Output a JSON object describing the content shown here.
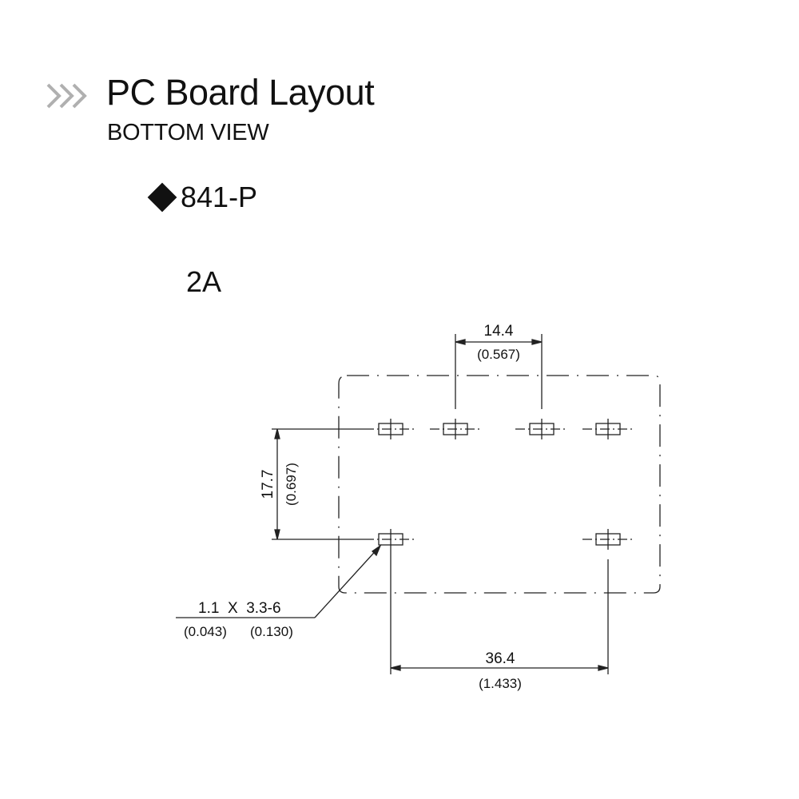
{
  "header": {
    "title": "PC Board Layout",
    "subtitle": "BOTTOM VIEW",
    "title_icon": "triple-chevron-right-icon",
    "title_icon_color": "#b0b0b0"
  },
  "model": {
    "icon": "diamond-icon",
    "name": "841-P",
    "variant": "2A"
  },
  "diagram": {
    "outline_style": "dash-dot",
    "line_color": "#222222",
    "pins": {
      "top_row": 4,
      "bottom_row": 2
    },
    "dimensions": {
      "top_pitch": {
        "mm": "14.4",
        "inch": "(0.567)"
      },
      "row_spacing": {
        "mm": "17.7",
        "inch": "(0.697)"
      },
      "bottom_span": {
        "mm": "36.4",
        "inch": "(1.433)"
      },
      "slot_size": {
        "mm": "1.1  X  3.3-6",
        "inch_width": "(0.043)",
        "inch_length": "(0.130)"
      }
    }
  }
}
